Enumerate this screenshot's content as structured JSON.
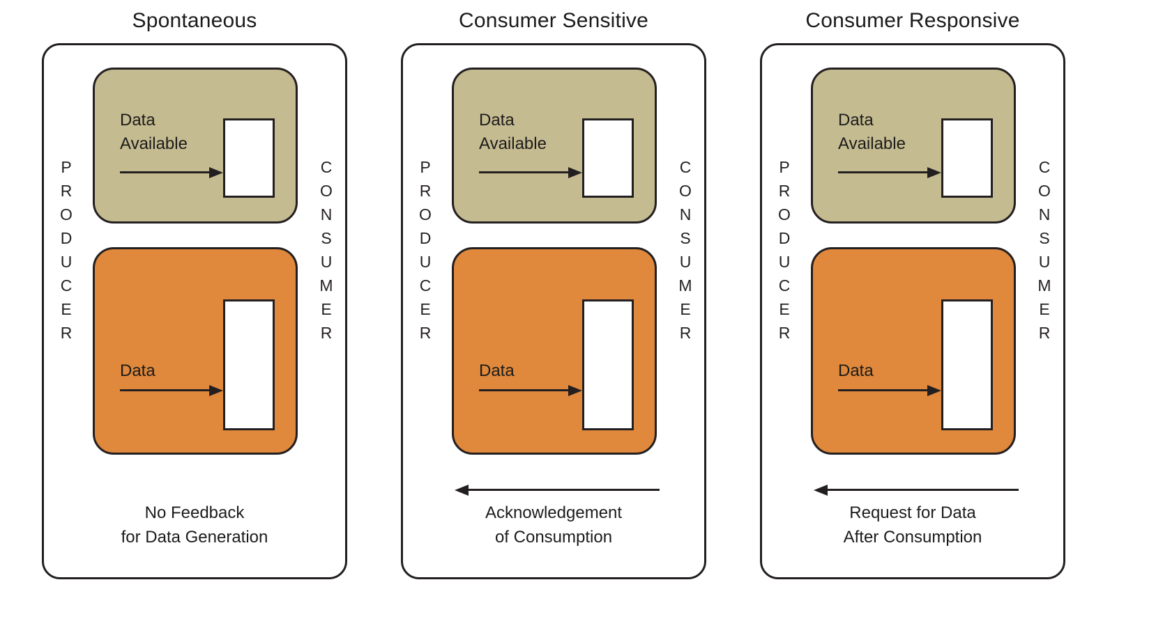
{
  "colors": {
    "tan": "#c5bb90",
    "orange": "#e0883b",
    "outline": "#231f20",
    "background": "#ffffff"
  },
  "panels": [
    {
      "title": "Spontaneous",
      "producer_label": "PRODUCER",
      "consumer_label": "CONSUMER",
      "data_available_box": {
        "line1": "Data",
        "line2": "Available"
      },
      "data_box": {
        "label": "Data"
      },
      "feedback": {
        "arrow": "none",
        "line1": "No Feedback",
        "line2": "for Data Generation"
      }
    },
    {
      "title": "Consumer Sensitive",
      "producer_label": "PRODUCER",
      "consumer_label": "CONSUMER",
      "data_available_box": {
        "line1": "Data",
        "line2": "Available"
      },
      "data_box": {
        "label": "Data"
      },
      "feedback": {
        "arrow": "left",
        "line1": "Acknowledgement",
        "line2": "of Consumption"
      }
    },
    {
      "title": "Consumer Responsive",
      "producer_label": "PRODUCER",
      "consumer_label": "CONSUMER",
      "data_available_box": {
        "line1": "Data",
        "line2": "Available"
      },
      "data_box": {
        "label": "Data"
      },
      "feedback": {
        "arrow": "left",
        "line1": "Request for Data",
        "line2": "After Consumption"
      }
    }
  ]
}
